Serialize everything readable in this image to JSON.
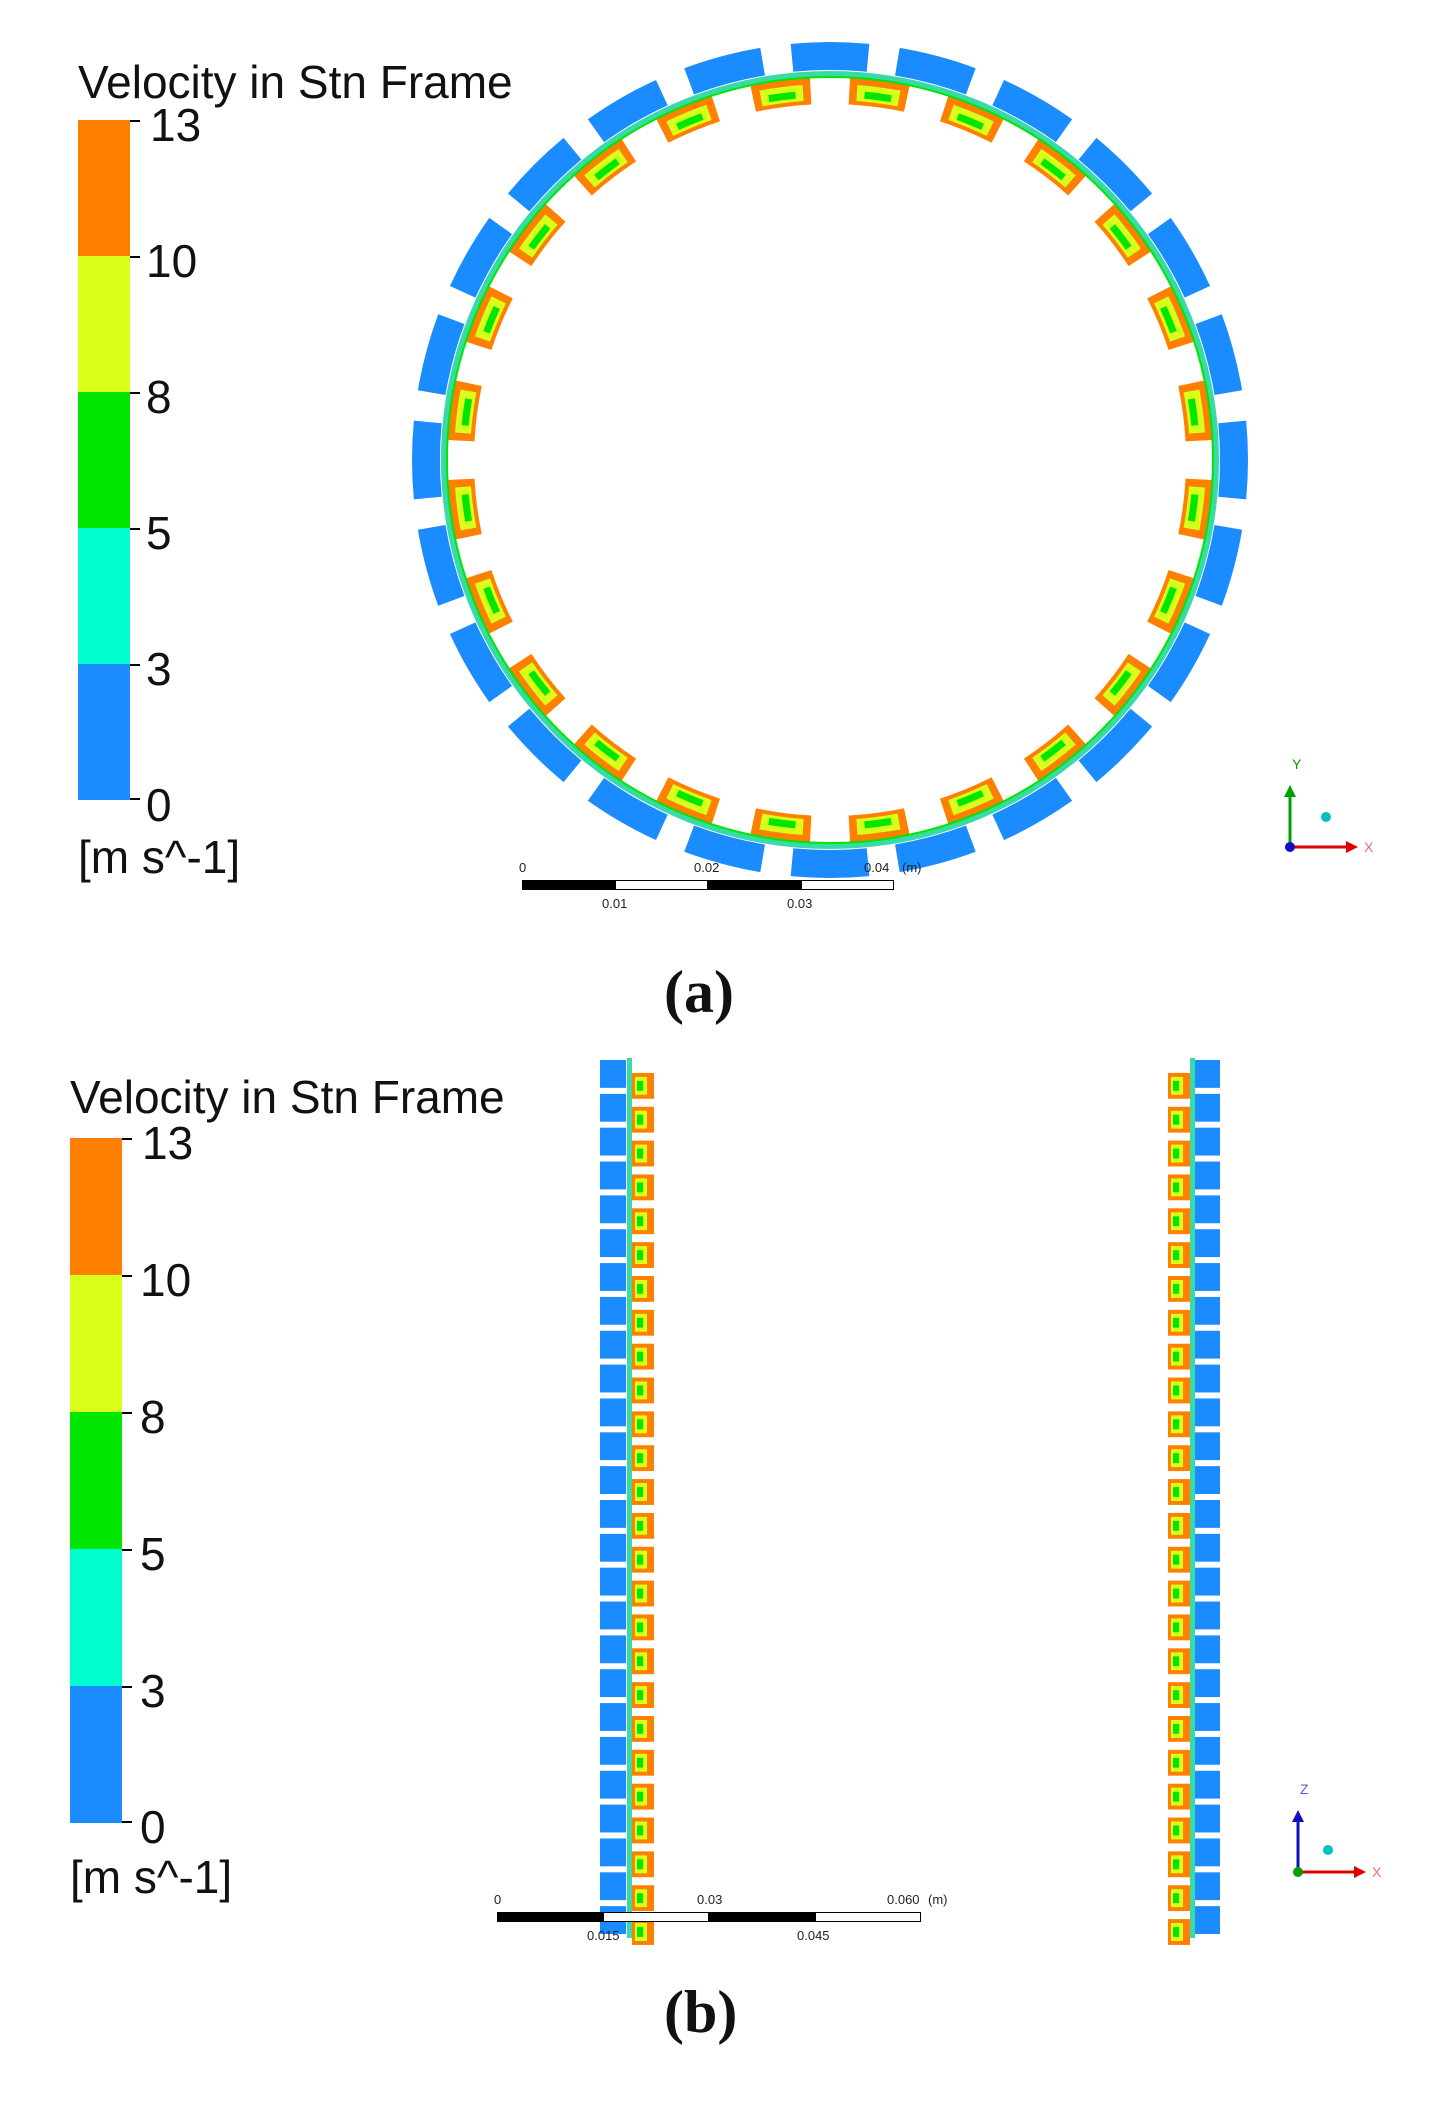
{
  "legend": {
    "title": "Velocity in Stn Frame",
    "units": "[m s^-1]",
    "ticks": [
      "13",
      "10",
      "8",
      "5",
      "3",
      "0"
    ],
    "colors": [
      "#ff8000",
      "#d8ff1a",
      "#00e600",
      "#00ffd0",
      "#1a8cff"
    ]
  },
  "panel_a": {
    "label": "(a)",
    "scale_bar": {
      "top_labels": [
        "0",
        "0.02",
        "0.04"
      ],
      "unit": "(m)",
      "bottom_labels": [
        "0.01",
        "0.03"
      ]
    },
    "axes": {
      "vertical": "Y",
      "horizontal": "X"
    }
  },
  "panel_b": {
    "label": "(b)",
    "scale_bar": {
      "top_labels": [
        "0",
        "0.03",
        "0.060"
      ],
      "unit": "(m)",
      "bottom_labels": [
        "0.015",
        "0.045"
      ]
    },
    "axes": {
      "vertical": "Z",
      "horizontal": "X"
    }
  },
  "colors": {
    "blue": "#1a8cff",
    "cyan": "#00ffd0",
    "green": "#00e600",
    "yellow": "#d8ff1a",
    "orange": "#ff8000",
    "teal_thin": "#39d9a8"
  }
}
